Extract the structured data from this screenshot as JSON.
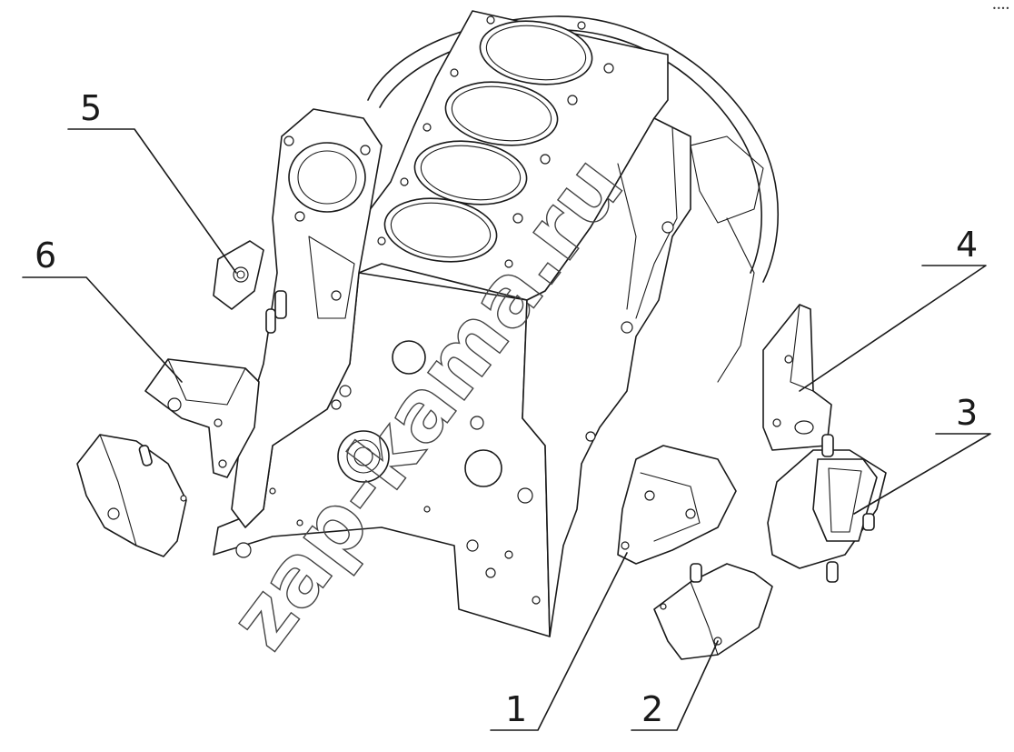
{
  "watermark": "zap-kama.ru",
  "corner_mark": "••••",
  "callouts": [
    {
      "id": "1",
      "label": "1"
    },
    {
      "id": "2",
      "label": "2"
    },
    {
      "id": "3",
      "label": "3"
    },
    {
      "id": "4",
      "label": "4"
    },
    {
      "id": "5",
      "label": "5"
    },
    {
      "id": "6",
      "label": "6"
    }
  ]
}
